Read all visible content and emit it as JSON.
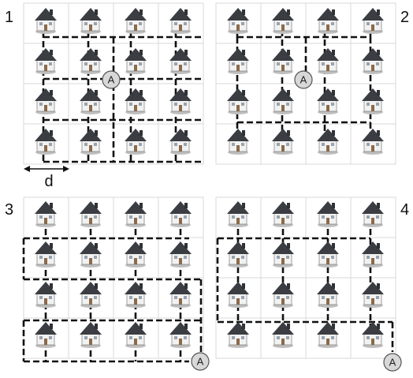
{
  "panels": [
    {
      "label": "1",
      "node_label": "A"
    },
    {
      "label": "2",
      "node_label": "A"
    },
    {
      "label": "3",
      "node_label": "A"
    },
    {
      "label": "4",
      "node_label": "A"
    }
  ],
  "distance_label": "d",
  "colors": {
    "grid": "#d9d9d9",
    "route": "#111111",
    "roof": "#3a3d42",
    "wall": "#f2f2f2",
    "node_fill": "#d8d8d8"
  }
}
